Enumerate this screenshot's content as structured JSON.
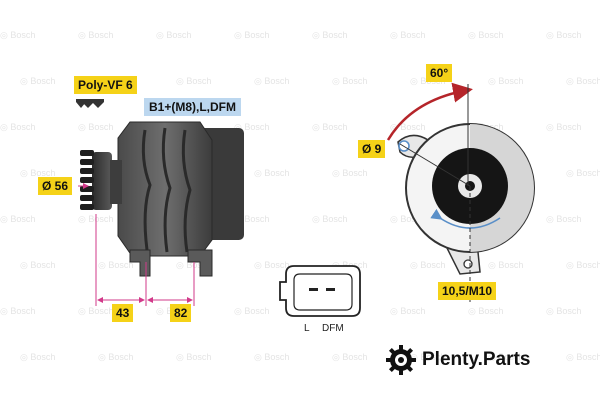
{
  "labels": {
    "belt": "Poly-VF 6",
    "connector_terminals": "B1+(M8),L,DFM",
    "pulley_diameter": "Ø 56",
    "dim_left": "43",
    "dim_right": "82",
    "angle": "60°",
    "hole": "Ø 9",
    "bolt": "10,5/M10",
    "plug_pin_left": "L",
    "plug_pin_right": "DFM"
  },
  "brand": {
    "name": "Plenty.Parts"
  },
  "watermark": {
    "text": "Bosch"
  },
  "colors": {
    "highlight_yellow": "#f5d218",
    "highlight_blue": "#bcd7ef",
    "arrow_red": "#b5252a",
    "rotation_blue": "#5a8fc8",
    "dimension_pink": "#d23a8a"
  },
  "icons": [
    "belt-profile-icon",
    "brand-gear-icon"
  ]
}
